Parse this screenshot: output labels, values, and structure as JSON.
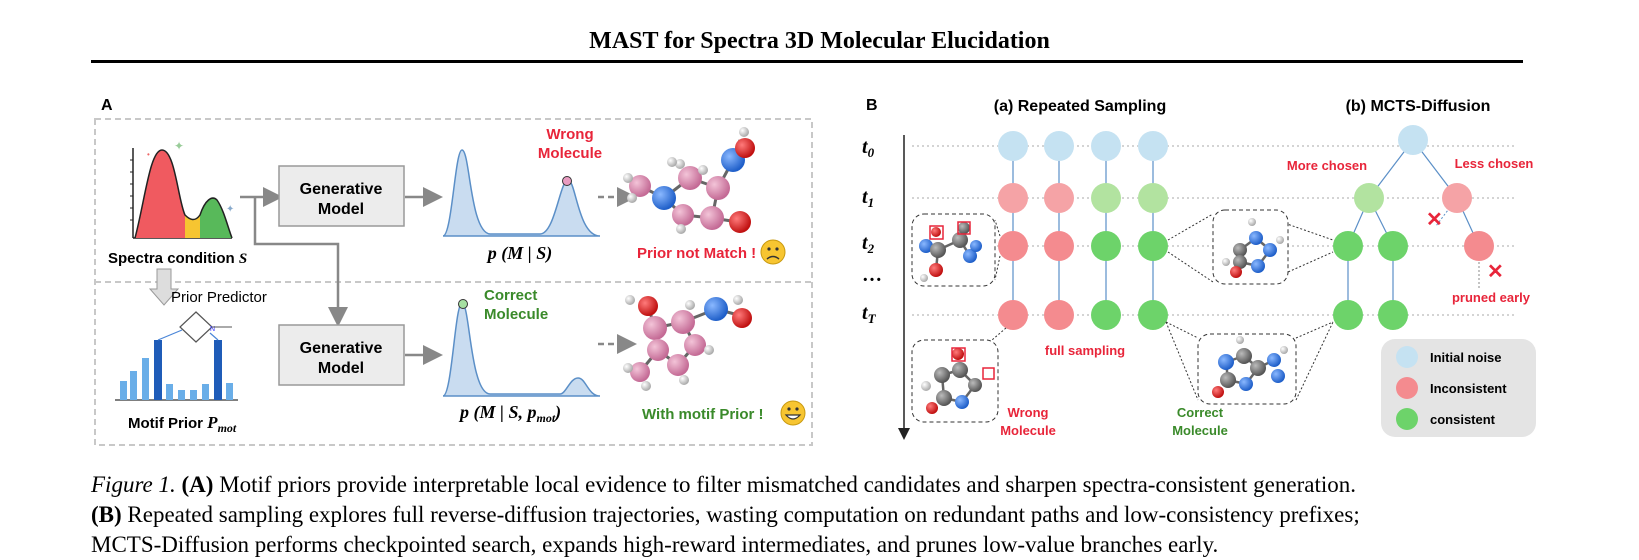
{
  "page_title": "MAST for Spectra 3D Molecular Elucidation",
  "panel_a": {
    "letter": "A",
    "spectra_label": "Spectra condition",
    "spectra_symbol": "S",
    "prior_predictor": "Prior Predictor",
    "generative_model_line1": "Generative",
    "generative_model_line2": "Model",
    "dist_top": "p (M | S)",
    "dist_bottom_main": "p (M | S, p",
    "dist_bottom_sub": "mot",
    "dist_bottom_end": ")",
    "wrong_line1": "Wrong",
    "wrong_line2": "Molecule",
    "correct_line1": "Correct",
    "correct_line2": "Molecule",
    "prior_not_match": "Prior not Match !",
    "with_motif_prior": "With motif Prior !",
    "motif_label": "Motif  Prior",
    "motif_symbol": "P",
    "motif_sub": "mot",
    "colors": {
      "red": "#e8253a",
      "green": "#3a8a2a",
      "box_fill": "#ececec",
      "curve_fill": "#c9dcf0",
      "curve_stroke": "#5b8fc7"
    }
  },
  "panel_b": {
    "letter": "B",
    "title_a": "(a) Repeated Sampling",
    "title_b": "(b) MCTS-Diffusion",
    "t0": "t",
    "t0_sub": "0",
    "t1": "t",
    "t1_sub": "1",
    "t2": "t",
    "t2_sub": "2",
    "dots": "…",
    "tT": "t",
    "tT_sub": "T",
    "more_chosen": "More chosen",
    "less_chosen": "Less chosen",
    "pruned_early": "pruned early",
    "full_sampling": "full sampling",
    "wrong_line1": "Wrong",
    "wrong_line2": "Molecule",
    "correct_line1": "Correct",
    "correct_line2": "Molecule",
    "legend": [
      {
        "label": "Initial noise",
        "color": "#c5e2f2"
      },
      {
        "label": "Inconsistent",
        "color": "#f48b8f"
      },
      {
        "label": "consistent",
        "color": "#6dd36a"
      }
    ],
    "colors": {
      "noise": "#c5e2f2",
      "inconsistent": "#f48b8f",
      "light_consistent": "#b2e3a0",
      "consistent": "#6dd36a",
      "red_text": "#e8253a",
      "green_text": "#3a8a2a"
    }
  },
  "caption": {
    "fig_label": "Figure 1.",
    "line1_a": "(A)",
    "line1_text": " Motif priors provide interpretable local evidence to filter mismatched candidates and sharpen spectra-consistent generation.",
    "line2_b": "(B)",
    "line2_text": " Repeated sampling explores full reverse-diffusion trajectories, wasting computation on redundant paths and low-consistency prefixes;",
    "line3_text": "MCTS-Diffusion performs checkpointed search, expands high-reward intermediates, and prunes low-value branches early."
  }
}
